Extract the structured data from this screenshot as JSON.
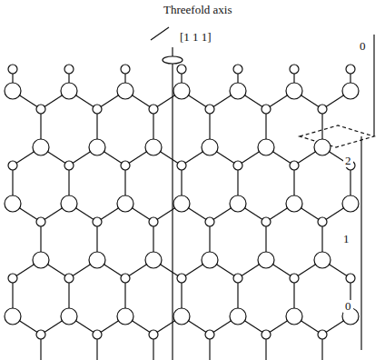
{
  "diagram": {
    "labels": [
      "Threefold axis",
      "[1 1 1]",
      "0",
      "2",
      "1",
      "0"
    ]
  }
}
